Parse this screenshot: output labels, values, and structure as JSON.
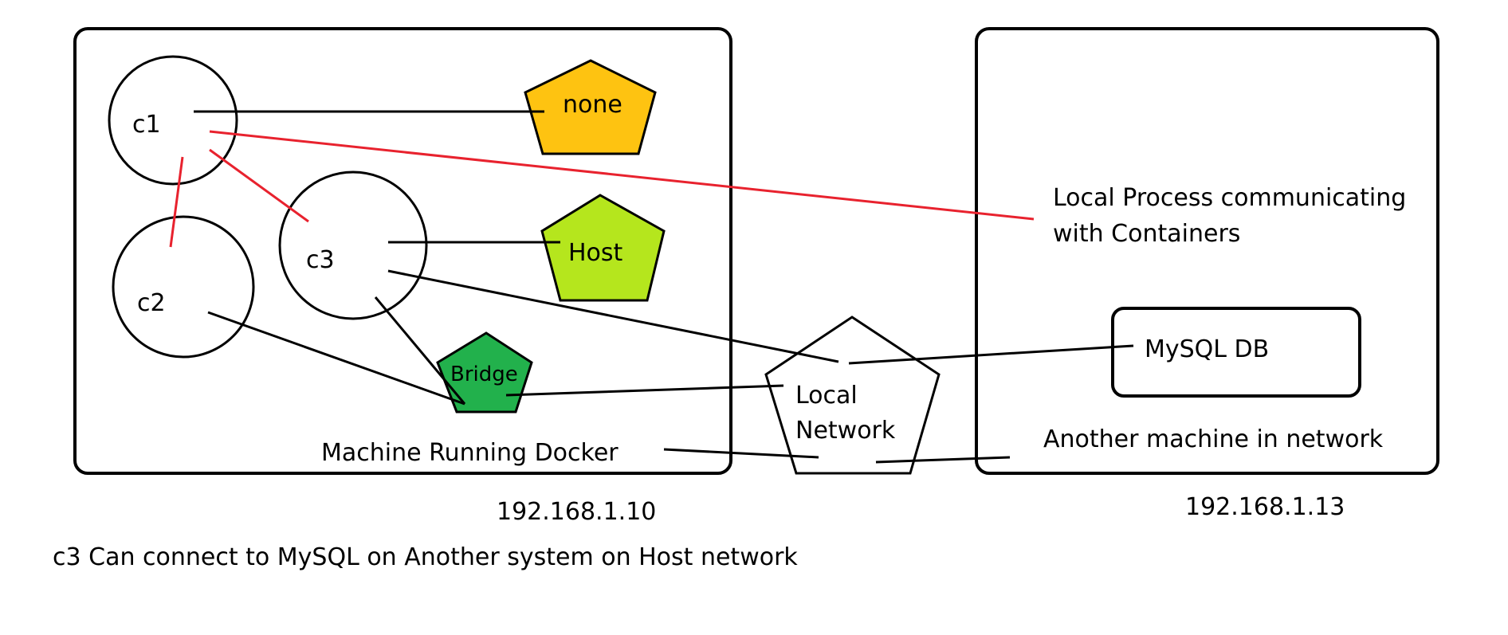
{
  "containers": {
    "c1": "c1",
    "c2": "c2",
    "c3": "c3"
  },
  "networks": {
    "none": {
      "label": "none",
      "color": "#FEC311"
    },
    "host": {
      "label": "Host",
      "color": "#B5E61D"
    },
    "bridge": {
      "label": "Bridge",
      "color": "#22B14C"
    },
    "local_network": {
      "line1": "Local",
      "line2": "Network",
      "color": "#FFFFFF"
    }
  },
  "machines": {
    "docker_host": {
      "label": "Machine Running Docker",
      "ip": "192.168.1.10"
    },
    "another": {
      "label": "Another machine in network",
      "ip": "192.168.1.13",
      "process_line1": "Local Process communicating",
      "process_line2": "with Containers",
      "db_label": "MySQL DB"
    }
  },
  "caption": "c3 Can connect to MySQL on Another system on Host network",
  "colors": {
    "outline": "#000000",
    "red_link": "#E8222E"
  }
}
